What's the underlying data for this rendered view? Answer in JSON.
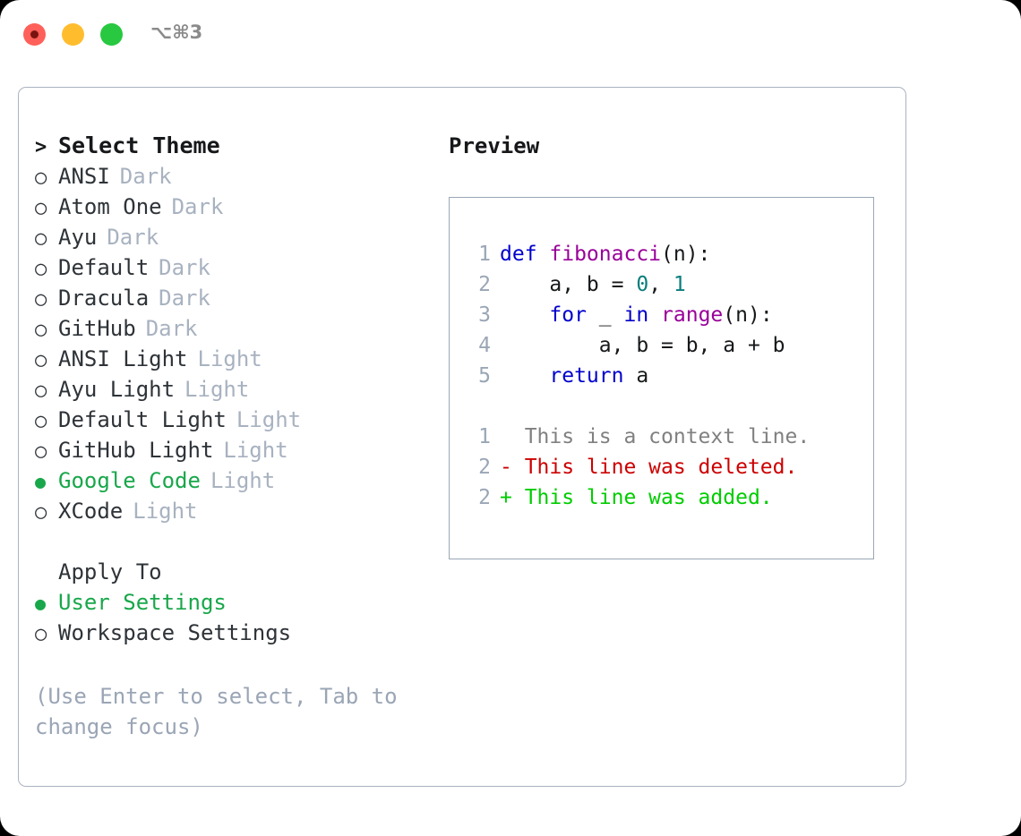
{
  "window": {
    "title": "⌥⌘3",
    "traffic_lights": [
      "close-red",
      "minimize-yellow",
      "zoom-green"
    ]
  },
  "colors": {
    "accent_green": "#18a74a",
    "muted": "#a8b2c0",
    "hint": "#9aa5b5",
    "keyword_blue": "#0000cc",
    "function_purple": "#990099",
    "number_teal": "#0b7d7d",
    "diff_delete_red": "#cc0000",
    "diff_add_green": "#00cc00",
    "border": "#aab3c0"
  },
  "theme_picker": {
    "heading_marker": ">",
    "heading": "Select Theme",
    "marker_unselected": "○",
    "marker_selected": "●",
    "items": [
      {
        "name": "ANSI",
        "variant": "Dark",
        "selected": false
      },
      {
        "name": "Atom One",
        "variant": "Dark",
        "selected": false
      },
      {
        "name": "Ayu",
        "variant": "Dark",
        "selected": false
      },
      {
        "name": "Default",
        "variant": "Dark",
        "selected": false
      },
      {
        "name": "Dracula",
        "variant": "Dark",
        "selected": false
      },
      {
        "name": "GitHub",
        "variant": "Dark",
        "selected": false
      },
      {
        "name": "ANSI Light",
        "variant": "Light",
        "selected": false
      },
      {
        "name": "Ayu Light",
        "variant": "Light",
        "selected": false
      },
      {
        "name": "Default Light",
        "variant": "Light",
        "selected": false
      },
      {
        "name": "GitHub Light",
        "variant": "Light",
        "selected": false
      },
      {
        "name": "Google Code",
        "variant": "Light",
        "selected": true
      },
      {
        "name": "XCode",
        "variant": "Light",
        "selected": false
      }
    ]
  },
  "apply_to": {
    "title": "Apply To",
    "options": [
      {
        "label": "User Settings",
        "selected": true
      },
      {
        "label": "Workspace Settings",
        "selected": false
      }
    ]
  },
  "hint": {
    "line1": "(Use Enter to select, Tab to",
    "line2": "change focus)"
  },
  "preview": {
    "title": "Preview",
    "code_lines": [
      {
        "no": "1",
        "tokens": [
          {
            "t": "def ",
            "c": "kw"
          },
          {
            "t": "fibonacci",
            "c": "fn"
          },
          {
            "t": "(n):",
            "c": "plain"
          }
        ]
      },
      {
        "no": "2",
        "tokens": [
          {
            "t": "    a, b = ",
            "c": "plain"
          },
          {
            "t": "0",
            "c": "num"
          },
          {
            "t": ", ",
            "c": "plain"
          },
          {
            "t": "1",
            "c": "num"
          }
        ]
      },
      {
        "no": "3",
        "tokens": [
          {
            "t": "    ",
            "c": "plain"
          },
          {
            "t": "for",
            "c": "kw"
          },
          {
            "t": " _ ",
            "c": "plain"
          },
          {
            "t": "in",
            "c": "kw"
          },
          {
            "t": " ",
            "c": "plain"
          },
          {
            "t": "range",
            "c": "fn"
          },
          {
            "t": "(n):",
            "c": "plain"
          }
        ]
      },
      {
        "no": "4",
        "tokens": [
          {
            "t": "        a, b = b, a + b",
            "c": "plain"
          }
        ]
      },
      {
        "no": "5",
        "tokens": [
          {
            "t": "    ",
            "c": "plain"
          },
          {
            "t": "return",
            "c": "kw"
          },
          {
            "t": " a",
            "c": "plain"
          }
        ]
      }
    ],
    "diff_lines": [
      {
        "no": "1",
        "text": "  This is a context line.",
        "kind": "ctx"
      },
      {
        "no": "2",
        "text": "- This line was deleted.",
        "kind": "del"
      },
      {
        "no": "2",
        "text": "+ This line was added.",
        "kind": "add"
      }
    ]
  }
}
